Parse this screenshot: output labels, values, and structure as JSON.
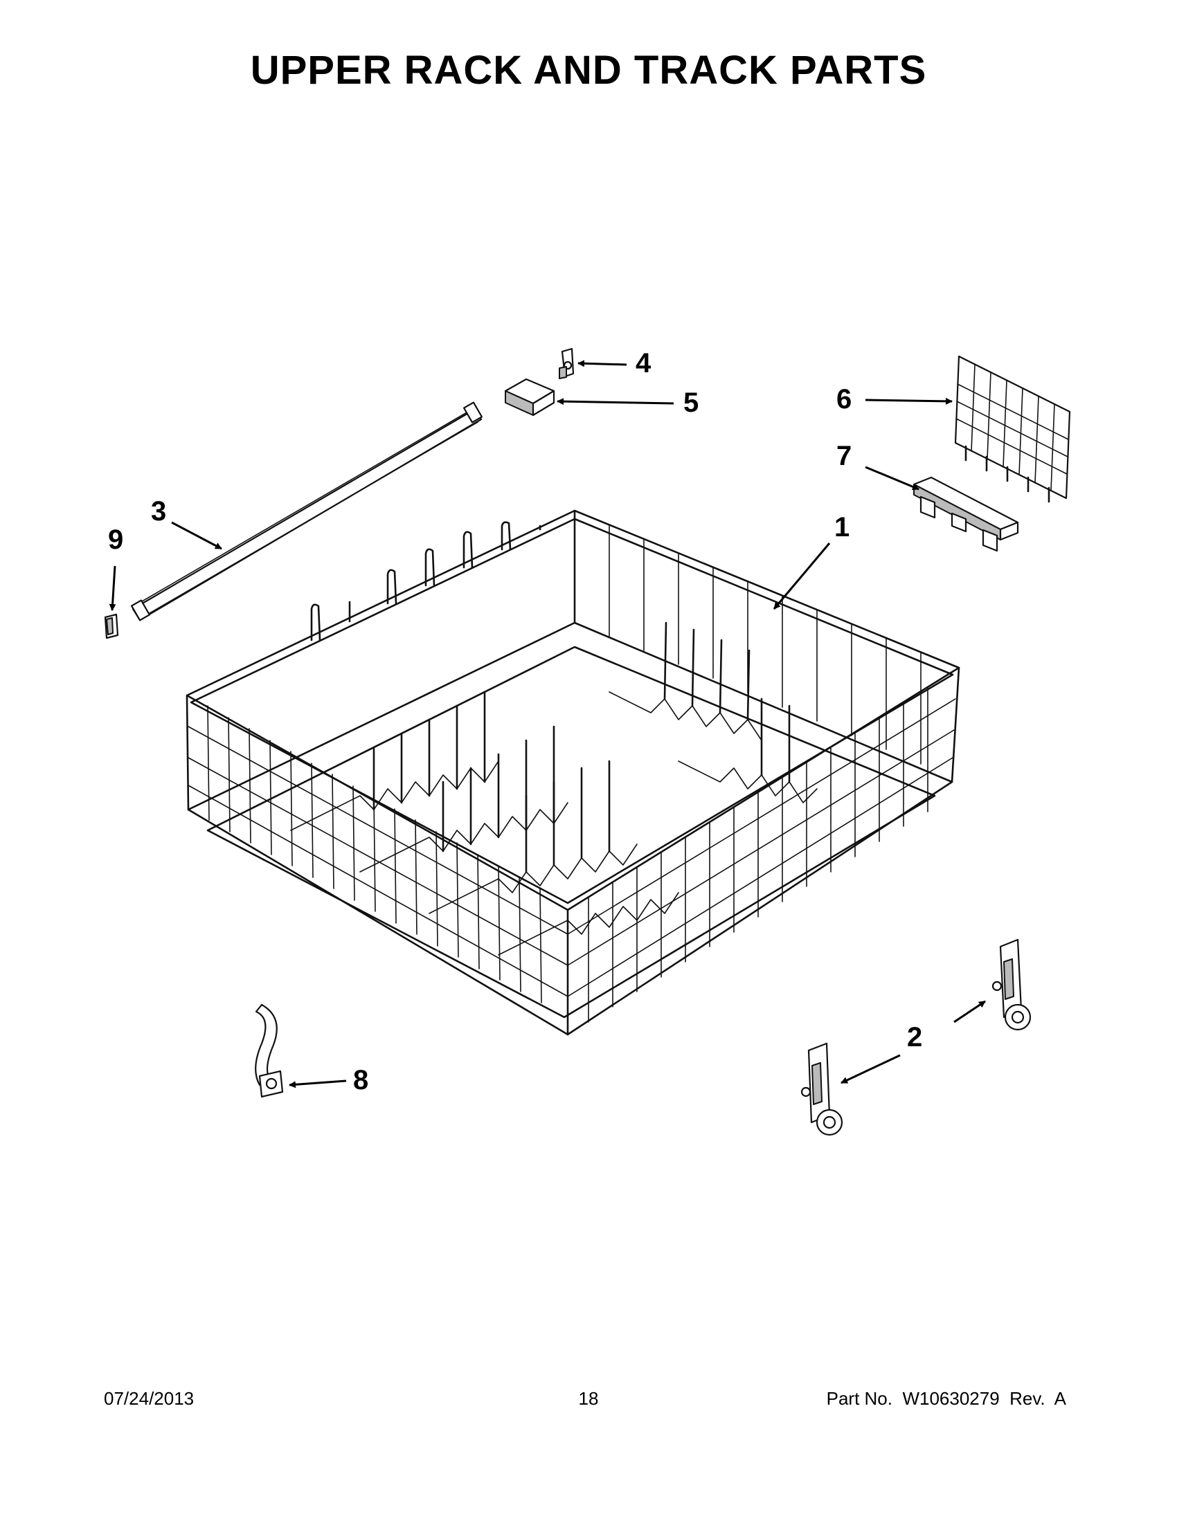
{
  "title": "UPPER RACK AND TRACK PARTS",
  "callouts": [
    {
      "id": "1",
      "label": "1"
    },
    {
      "id": "2",
      "label": "2"
    },
    {
      "id": "3",
      "label": "3"
    },
    {
      "id": "4",
      "label": "4"
    },
    {
      "id": "5",
      "label": "5"
    },
    {
      "id": "6",
      "label": "6"
    },
    {
      "id": "7",
      "label": "7"
    },
    {
      "id": "8",
      "label": "8"
    },
    {
      "id": "9",
      "label": "9"
    }
  ],
  "footer": {
    "date": "07/24/2013",
    "page": "18",
    "part_number": "Part No.  W10630279  Rev.  A"
  }
}
